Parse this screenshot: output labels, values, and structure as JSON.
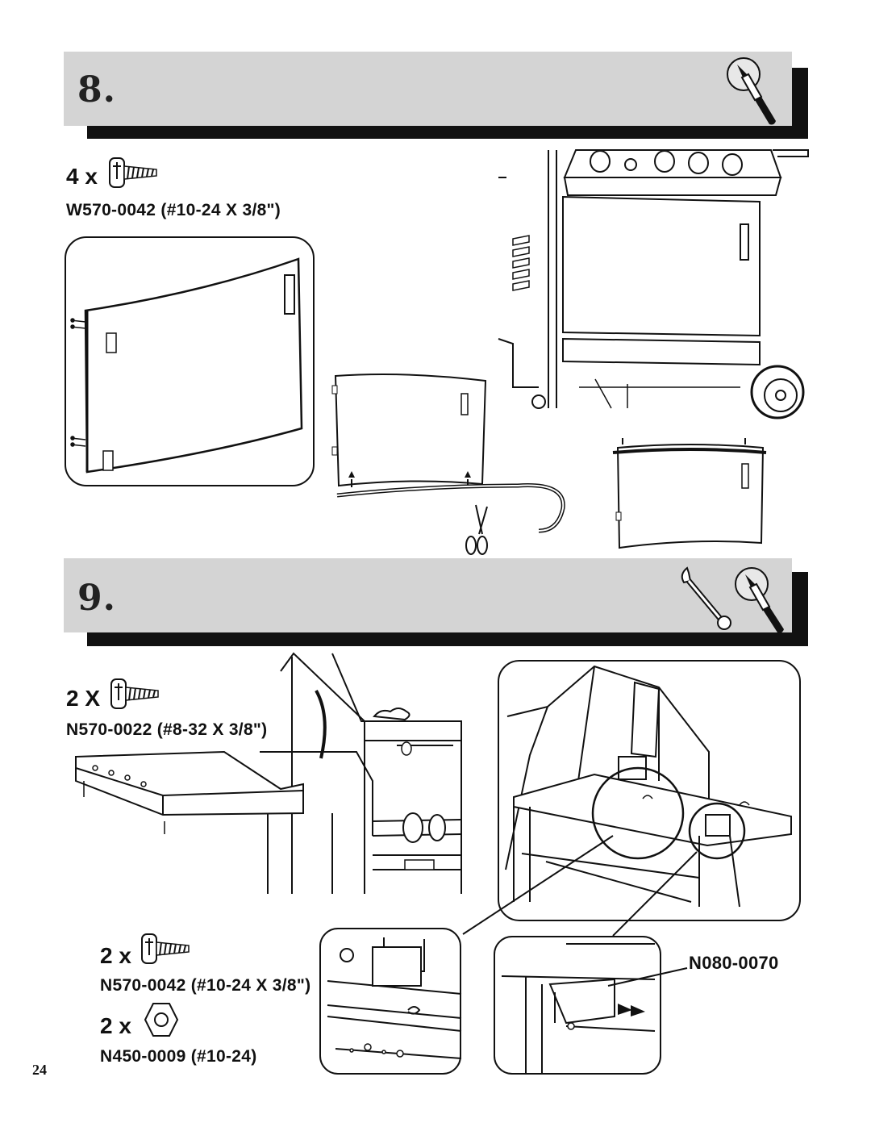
{
  "page": {
    "number": "24"
  },
  "step8": {
    "number": "8.",
    "fastener": {
      "quantity": "4 x",
      "part": "W570-0042 (#10-24 X 3/8\")",
      "icon": "screw-icon"
    },
    "tool_icons": [
      "screwdriver-icon"
    ]
  },
  "step9": {
    "number": "9.",
    "fasteners": [
      {
        "quantity": "2 X",
        "part": "N570-0022 (#8-32 X 3/8\")",
        "icon": "screw-icon"
      },
      {
        "quantity": "2 x",
        "part": "N570-0042 (#10-24 X 3/8\")",
        "icon": "screw-icon"
      },
      {
        "quantity": "2 x",
        "part": "N450-0009 (#10-24)",
        "icon": "hex-nut-icon"
      }
    ],
    "callout_part": "N080-0070",
    "tool_icons": [
      "wrench-icon",
      "screwdriver-icon"
    ]
  }
}
